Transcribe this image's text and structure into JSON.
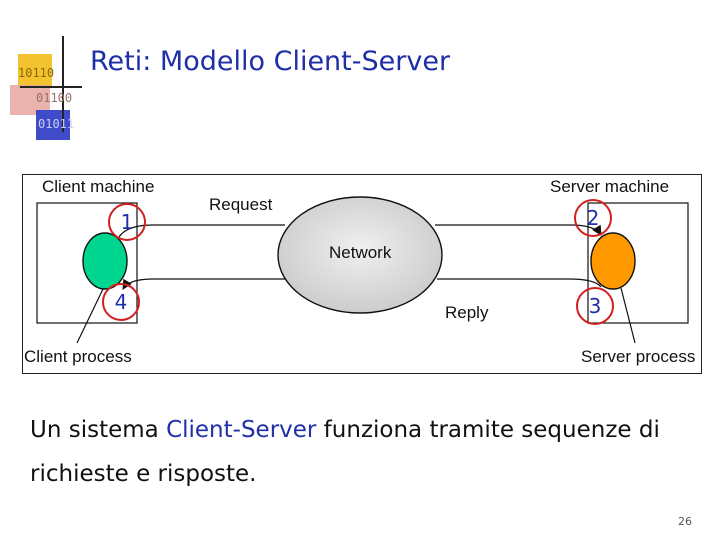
{
  "logo": {
    "bits": [
      "10110",
      "01100",
      "01011"
    ],
    "colors": {
      "yellow": "#f2c230",
      "red": "#e8a6a0",
      "blue": "#3f4bc9"
    }
  },
  "title": "Reti: Modello Client-Server",
  "diagram": {
    "client_machine": "Client machine",
    "server_machine": "Server machine",
    "request": "Request",
    "network": "Network",
    "reply": "Reply",
    "client_process": "Client process",
    "server_process": "Server process",
    "steps": [
      "1",
      "2",
      "3",
      "4"
    ],
    "colors": {
      "client": "#00d68f",
      "server": "#ff9900",
      "network": "#e0e0e0",
      "step_ring": "#d21f1f"
    }
  },
  "body": {
    "before": "Un sistema ",
    "highlight": "Client-Server",
    "after": " funziona tramite sequenze di richieste e risposte."
  },
  "page_number": "26"
}
